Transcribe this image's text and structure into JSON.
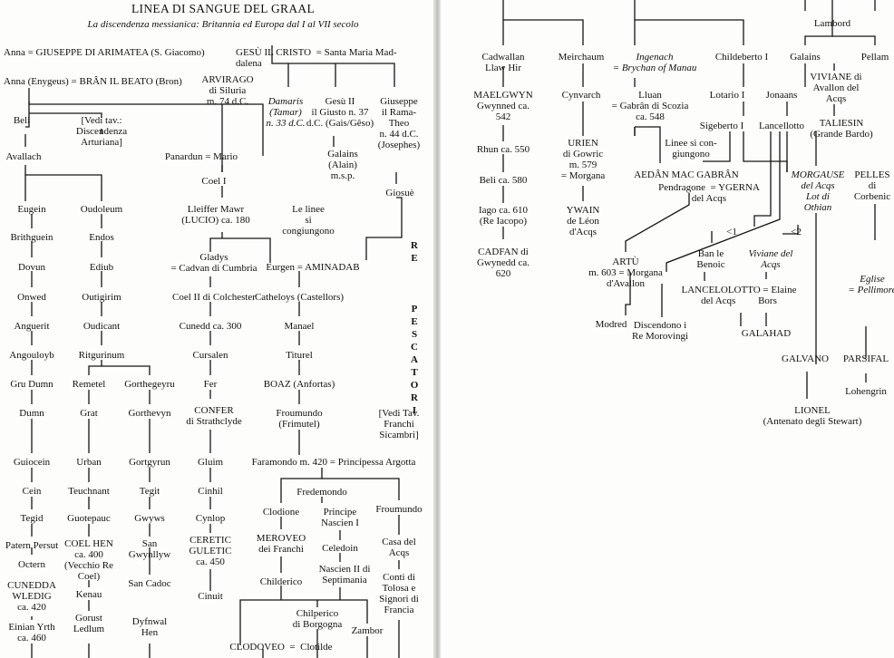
{
  "title": "LINEA DI SANGUE DEL GRAAL",
  "subtitle": "La discendenza messianica: Britannia ed Europa dal I al VII secolo",
  "side_label": "RE PESCATORI",
  "nodes": [
    {
      "id": "anna",
      "text": "Anna = GIUSEPPE DI ARIMATEA (S. Giacomo)"
    },
    {
      "id": "gesu",
      "text": "GESÙ IL CRISTO  = Santa Maria Mad-\ndalena"
    },
    {
      "id": "anna_eny",
      "text": "Anna (Enygeus) = BRÂN IL BEATO (Bron)"
    },
    {
      "id": "arvirago",
      "text": "ARVIRAGO\ndi Siluria\nm. 74 d.C."
    },
    {
      "id": "damaris",
      "text": "Damaris\n(Tamar)\nn. 33 d.C."
    },
    {
      "id": "gesu2",
      "text": "Gesù II\nil Giusto n. 37\nd.C. (Gais/Gêso)"
    },
    {
      "id": "giuseppe",
      "text": "Giuseppe\nil Rama-\nTheo\nn. 44 d.C.\n(Josephes)"
    },
    {
      "id": "beli",
      "text": "Beli"
    },
    {
      "id": "vedi1",
      "text": "[Vedi tav.:\nDiscendenza\nArturiana]"
    },
    {
      "id": "avallach",
      "text": "Avallach"
    },
    {
      "id": "panardun",
      "text": "Panardun = Mario"
    },
    {
      "id": "galains1",
      "text": "Galains\n(Alain)\nm.s.p."
    },
    {
      "id": "giosue",
      "text": "Giosuè"
    },
    {
      "id": "coel1",
      "text": "Coel I"
    },
    {
      "id": "eugein",
      "text": "Eugein"
    },
    {
      "id": "oudoleum",
      "text": "Oudoleum"
    },
    {
      "id": "lleiffer",
      "text": "Lleiffer Mawr\n(LUCIO) ca. 180"
    },
    {
      "id": "linee1",
      "text": "Le linee\nsi\ncongiungono"
    },
    {
      "id": "brithguein",
      "text": "Brithguein"
    },
    {
      "id": "endos",
      "text": "Endos"
    },
    {
      "id": "dovun",
      "text": "Dovun"
    },
    {
      "id": "ediub",
      "text": "Ediub"
    },
    {
      "id": "gladys",
      "text": "Gladys\n= Cadvan di Cumbria"
    },
    {
      "id": "eurgen",
      "text": "Eurgen = AMINADAB"
    },
    {
      "id": "onwed",
      "text": "Onwed"
    },
    {
      "id": "outigirim",
      "text": "Outigirim"
    },
    {
      "id": "coel2",
      "text": "Coel II di Colchester"
    },
    {
      "id": "catheloys",
      "text": "Catheloys (Castellors)"
    },
    {
      "id": "anguerit",
      "text": "Anguerit"
    },
    {
      "id": "oudicant",
      "text": "Oudicant"
    },
    {
      "id": "cunedd",
      "text": "Cunedd ca. 300"
    },
    {
      "id": "manael",
      "text": "Manael"
    },
    {
      "id": "angouloyb",
      "text": "Angouloyb"
    },
    {
      "id": "ritgurinum",
      "text": "Ritgurinum"
    },
    {
      "id": "cursalen",
      "text": "Cursalen"
    },
    {
      "id": "titurel",
      "text": "Titurel"
    },
    {
      "id": "grudumn",
      "text": "Gru Dumn"
    },
    {
      "id": "remetel",
      "text": "Remetel"
    },
    {
      "id": "gorthegeyru",
      "text": "Gorthegeyru"
    },
    {
      "id": "fer",
      "text": "Fer"
    },
    {
      "id": "boaz",
      "text": "BOAZ (Anfortas)"
    },
    {
      "id": "dumn",
      "text": "Dumn"
    },
    {
      "id": "grat",
      "text": "Grat"
    },
    {
      "id": "gorthevyn",
      "text": "Gorthevyn"
    },
    {
      "id": "confer",
      "text": "CONFER\ndi Strathclyde"
    },
    {
      "id": "froumundo1",
      "text": "Froumundo\n(Frimutel)"
    },
    {
      "id": "vedi2",
      "text": "[Vedi Tav.\nFranchi\nSicambri]"
    },
    {
      "id": "guiocein",
      "text": "Guiocein"
    },
    {
      "id": "urban",
      "text": "Urban"
    },
    {
      "id": "gortgyrun",
      "text": "Gortgyrun"
    },
    {
      "id": "gluim",
      "text": "Gluim"
    },
    {
      "id": "faramondo",
      "text": "Faramondo m. 420 = Principessa Argotta"
    },
    {
      "id": "cein",
      "text": "Cein"
    },
    {
      "id": "teuchnant",
      "text": "Teuchnant"
    },
    {
      "id": "tegit",
      "text": "Tegit"
    },
    {
      "id": "cinhil",
      "text": "Cinhil"
    },
    {
      "id": "tegid",
      "text": "Tegid"
    },
    {
      "id": "guotepauc",
      "text": "Guotepauc"
    },
    {
      "id": "gwyws",
      "text": "Gwyws"
    },
    {
      "id": "cynlop",
      "text": "Cynlop"
    },
    {
      "id": "clodione",
      "text": "Clodione"
    },
    {
      "id": "fredemondo",
      "text": "Fredemondo"
    },
    {
      "id": "principe",
      "text": "Principe\nNascien I"
    },
    {
      "id": "froumundo2",
      "text": "Froumundo"
    },
    {
      "id": "patern",
      "text": "Patern Persut"
    },
    {
      "id": "coelhen",
      "text": "COEL HEN\nca. 400\n(Vecchio Re\nCoel)"
    },
    {
      "id": "san_gwyn",
      "text": "San\nGwynllyw"
    },
    {
      "id": "ceretic",
      "text": "CERETIC\nGULETIC\nca. 450"
    },
    {
      "id": "meroveo",
      "text": "MEROVEO\ndei Franchi"
    },
    {
      "id": "celedoin",
      "text": "Celedoin"
    },
    {
      "id": "casa",
      "text": "Casa del\nAcqs"
    },
    {
      "id": "octern",
      "text": "Octern"
    },
    {
      "id": "cunedda",
      "text": "CUNEDDA\nWLEDIG\nca. 420"
    },
    {
      "id": "kenau",
      "text": "Kenau"
    },
    {
      "id": "sancadoc",
      "text": "San Cadoc"
    },
    {
      "id": "childerico",
      "text": "Childerico"
    },
    {
      "id": "nascien2",
      "text": "Nascien II di\nSeptimania"
    },
    {
      "id": "conti",
      "text": "Conti di\nTolosa e\nSignori di\nFrancia"
    },
    {
      "id": "cinuit",
      "text": "Cinuit"
    },
    {
      "id": "einian",
      "text": "Einian Yrth\nca. 460"
    },
    {
      "id": "gorust",
      "text": "Gorust\nLedlum"
    },
    {
      "id": "dyfnwal",
      "text": "Dyfnwal\nHen"
    },
    {
      "id": "chilperico",
      "text": "Chilperico\ndi Borgogna"
    },
    {
      "id": "zambor",
      "text": "Zambor"
    },
    {
      "id": "clodoveo",
      "text": "CLODOVEO  =  Clotilde"
    },
    {
      "id": "lambord",
      "text": "Lambord"
    },
    {
      "id": "cadwallan",
      "text": "Cadwallan\nLlaw Hir"
    },
    {
      "id": "meirchaum",
      "text": "Meirchaum"
    },
    {
      "id": "ingenach",
      "text": "Ingenach\n= Brychan of Manau"
    },
    {
      "id": "childeberto",
      "text": "Childeberto I"
    },
    {
      "id": "galains2",
      "text": "Galains"
    },
    {
      "id": "pellam",
      "text": "Pellam"
    },
    {
      "id": "viviane1",
      "text": "VIVIANE di\nAvallon del\nAcqs"
    },
    {
      "id": "maelgwyn",
      "text": "MAELGWYN\nGwynned ca.\n542"
    },
    {
      "id": "cynvarch",
      "text": "Cynvarch"
    },
    {
      "id": "lluan",
      "text": "Lluan\n= Gabrân di Scozia\nca. 548"
    },
    {
      "id": "lotario",
      "text": "Lotario I"
    },
    {
      "id": "jonaans",
      "text": "Jonaans"
    },
    {
      "id": "taliesin",
      "text": "TALIESIN\n(Grande Bardo)"
    },
    {
      "id": "sigeberto",
      "text": "Sigeberto I"
    },
    {
      "id": "lancellotto",
      "text": "Lancellotto"
    },
    {
      "id": "rhun",
      "text": "Rhun ca. 550"
    },
    {
      "id": "urien",
      "text": "URIEN\ndi Gowric\nm. 579\n= Morgana"
    },
    {
      "id": "linee2",
      "text": "Linee si con-\ngiungono"
    },
    {
      "id": "aedan",
      "text": "AEDÂN MAC GABRÂN"
    },
    {
      "id": "pendragone",
      "text": "Pendragone  = YGERNA\ndel Acqs"
    },
    {
      "id": "morgause",
      "text": "MORGAUSE\ndel Acqs\nLot di\nOthian"
    },
    {
      "id": "pelles",
      "text": "PELLES\ndi\nCorbenic"
    },
    {
      "id": "beli2",
      "text": "Beli ca. 580"
    },
    {
      "id": "iago",
      "text": "Iago ca. 610\n(Re Iacopo)"
    },
    {
      "id": "ywain",
      "text": "YWAIN\nde Léon\nd'Acqs"
    },
    {
      "id": "lt1",
      "text": "<1"
    },
    {
      "id": "lt2",
      "text": "<2"
    },
    {
      "id": "banle",
      "text": "Ban le\nBenoic"
    },
    {
      "id": "viviane2",
      "text": "Viviane del\nAcqs"
    },
    {
      "id": "cadfan",
      "text": "CADFAN di\nGwynedd ca.\n620"
    },
    {
      "id": "artu",
      "text": "ARTÙ\nm. 603 = Morgana\nd'Avallon"
    },
    {
      "id": "lancelolotto",
      "text": "LANCELOLOTTO = Elaine\ndel Acqs         Bors"
    },
    {
      "id": "eglise",
      "text": "Eglise\n= Pellimore"
    },
    {
      "id": "modred",
      "text": "Modred"
    },
    {
      "id": "discendono",
      "text": "Discendono i\nRe Morovingi"
    },
    {
      "id": "galahad",
      "text": "GALAHAD"
    },
    {
      "id": "galvano",
      "text": "GALVANO"
    },
    {
      "id": "parsifal",
      "text": "PARSIFAL"
    },
    {
      "id": "lohengrin",
      "text": "Lohengrin"
    },
    {
      "id": "lionel",
      "text": "LIONEL\n(Antenato degli Stewart)"
    }
  ]
}
